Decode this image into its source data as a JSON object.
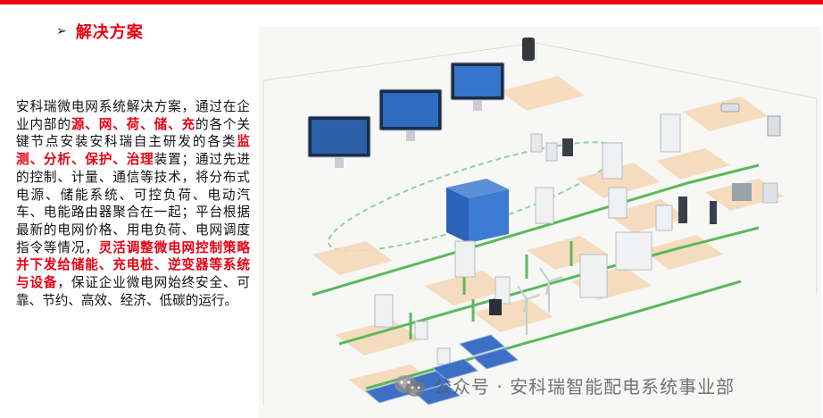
{
  "heading": {
    "bullet": "➢",
    "title": "解决方案"
  },
  "body": {
    "p1": "安科瑞微电网系统解决方案，通过在企业内部的",
    "hl1": "源、网、荷、储、充",
    "p2": "的各个关键节点安装安科瑞自主研发的各类",
    "hl2": "监测、分析、保护、治理",
    "p3": "装置；通过先进的控制、计量、通信等技术，将分布式电源、储能系统、可控负荷、电动汽车、电能路由器聚合在一起；平台根据最新的电网价格、用电负荷、电网调度指令等情况，",
    "hl3": "灵活调整微电网控制策略并下发给储能、充电桩、逆变器等系统与设备",
    "p4": "，保证企业微电网始终安全、可靠、节约、高效、经济、低碳的运行。"
  },
  "watermark": {
    "text": "公众号 · 安科瑞智能配电系统事业部"
  },
  "colors": {
    "accent_red": "#e60012",
    "diagram_green": "#5cb85c",
    "tile_orange": "#f6d9b8",
    "platform_blue": "#2a63b8"
  }
}
